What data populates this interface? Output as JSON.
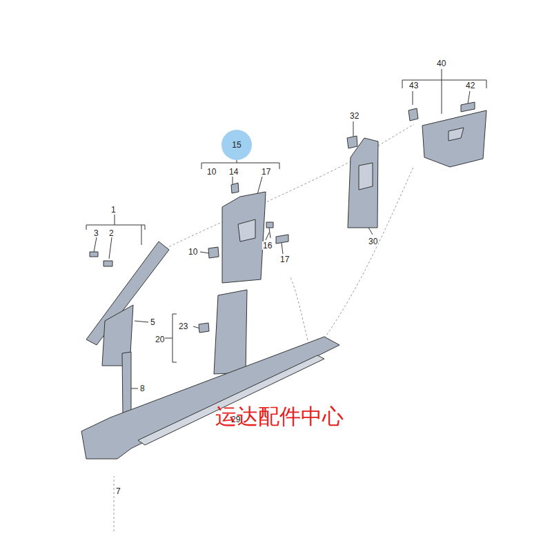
{
  "diagram": {
    "nodes": [
      {
        "text": [
          "15"
        ]
      }
    ],
    "labels": [
      "40",
      "43",
      "42",
      "32",
      "10",
      "14",
      "17",
      "1",
      "3",
      "2",
      "16",
      "10",
      "17",
      "30",
      "5",
      "23",
      "20",
      "8",
      "29",
      "7",
      "运达配件中心"
    ]
  }
}
